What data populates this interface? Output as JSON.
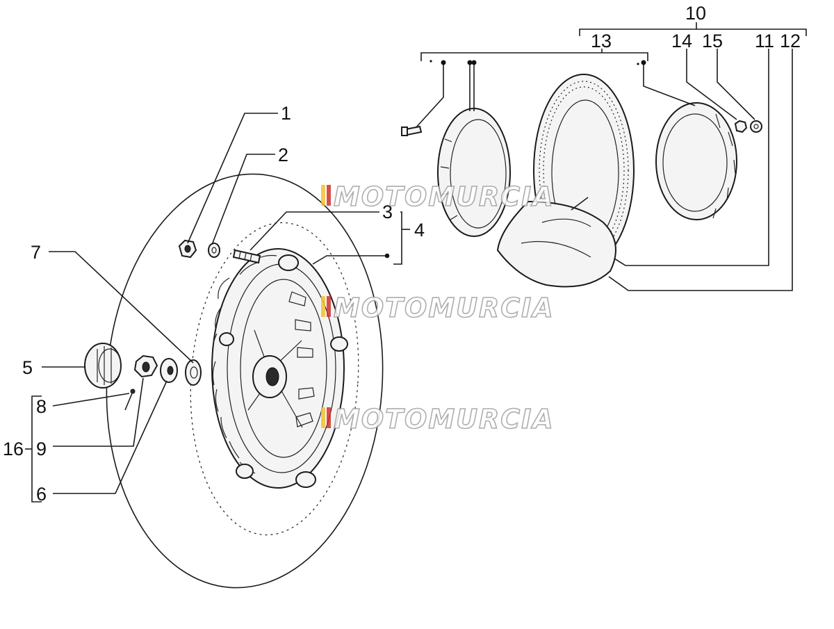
{
  "callouts": {
    "n1": "1",
    "n2": "2",
    "n3": "3",
    "n4": "4",
    "n5": "5",
    "n6": "6",
    "n7": "7",
    "n8": "8",
    "n9": "9",
    "n10": "10",
    "n11": "11",
    "n12": "12",
    "n13": "13",
    "n14": "14",
    "n15": "15",
    "n16": "16"
  },
  "watermark": "MOTOMURCIA",
  "colors": {
    "ink": "#1a1a1a",
    "watermark_red": "#d4302a",
    "watermark_yellow": "#f2c230"
  }
}
